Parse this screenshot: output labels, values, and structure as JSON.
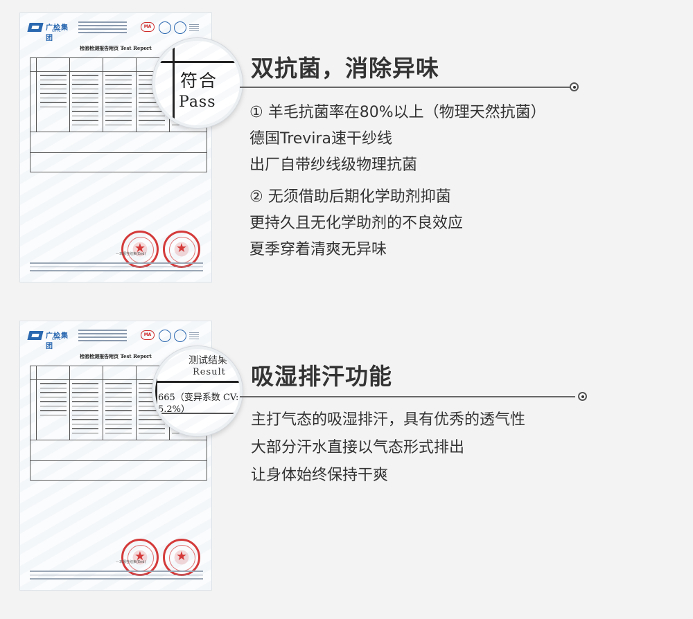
{
  "section_antibacterial": {
    "heading": "双抗菌，消除异味",
    "lens_text": [
      "符合",
      "Pass"
    ],
    "report_title": "检验检测报告附页 Test Report",
    "paragraph_1": [
      "① 羊毛抗菌率在80%以上（物理天然抗菌）",
      "德国Trevira速干纱线",
      "出厂自带纱线级物理抗菌"
    ],
    "paragraph_2": [
      "② 无须借助后期化学助剂抑菌",
      "更持久且无化学助剂的不良效应",
      "夏季穿着清爽无异味"
    ]
  },
  "section_moisture": {
    "heading": "吸湿排汗功能",
    "lens_text": [
      "测试结果",
      "Result",
      "665（变异系数 CV:",
      "5.2%）"
    ],
    "report_title": "检验检测报告附页 Test Report",
    "paragraph": [
      "主打气态的吸湿排汗，具有优秀的透气性",
      "大部分汗水直接以气态形式排出",
      "让身体始终保持干爽"
    ]
  },
  "report_common": {
    "logo_text": "广检集团",
    "logo_sub": "GTTC",
    "ma_mark": "MA",
    "footer_note": "—本报告结束(End)"
  }
}
